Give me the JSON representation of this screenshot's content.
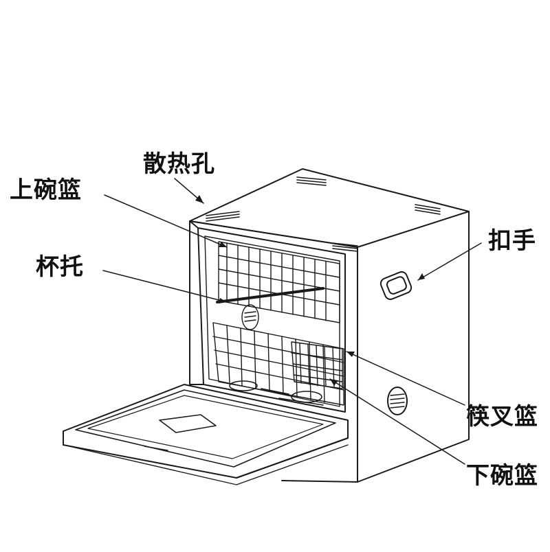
{
  "labels": {
    "vent": "散热孔",
    "upper_basket": "上碗篮",
    "cup_rack": "杯托",
    "handle": "扣手",
    "cutlery_basket": "筷叉篮",
    "lower_basket": "下碗篮"
  },
  "colors": {
    "line": "#1a1a1a",
    "background": "#ffffff"
  }
}
